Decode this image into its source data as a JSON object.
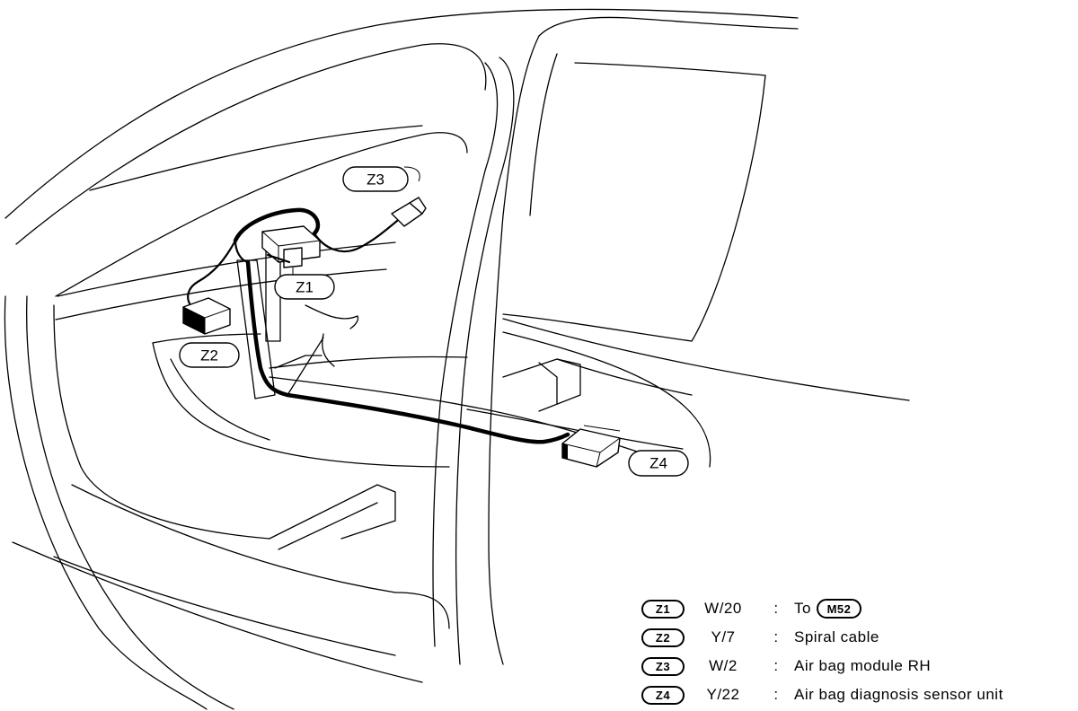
{
  "diagram": {
    "callouts": {
      "z1": "Z1",
      "z2": "Z2",
      "z3": "Z3",
      "z4": "Z4"
    }
  },
  "legend": [
    {
      "connector": "Z1",
      "code": "W/20",
      "separator": ":",
      "description": "To",
      "reference": "M52"
    },
    {
      "connector": "Z2",
      "code": "Y/7",
      "separator": ":",
      "description": "Spiral cable"
    },
    {
      "connector": "Z3",
      "code": "W/2",
      "separator": ":",
      "description": "Air bag module RH"
    },
    {
      "connector": "Z4",
      "code": "Y/22",
      "separator": ":",
      "description": "Air bag diagnosis sensor unit"
    }
  ]
}
